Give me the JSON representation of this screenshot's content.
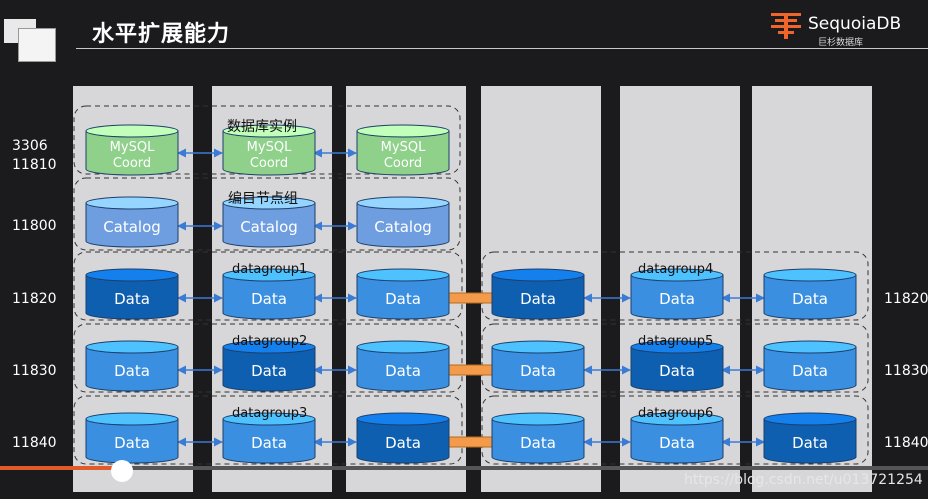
{
  "title": "水平扩展能力",
  "logo": {
    "name": "SequoiaDB",
    "subtitle": "巨杉数据库"
  },
  "ports_left": [
    "3306\n11810",
    "11800",
    "11820",
    "11830",
    "11840"
  ],
  "ports_right": [
    "11820",
    "11830",
    "11840"
  ],
  "group_labels": {
    "coord": "数据库实例",
    "catalog": "编目节点组",
    "dg1": "datagroup1",
    "dg2": "datagroup2",
    "dg3": "datagroup3",
    "dg4": "datagroup4",
    "dg5": "datagroup5",
    "dg6": "datagroup6"
  },
  "node_text": {
    "mysql_line1": "MySQL",
    "mysql_line2": "Coord",
    "catalog": "Catalog",
    "data": "Data"
  },
  "colors": {
    "mysql": "#8fd18a",
    "catalog": "#6f9ee0",
    "data_light": "#3a8fe0",
    "data_dark": "#0f5fb0",
    "arrow_orange": "#f39b4a",
    "link_blue": "#3a7bd5"
  },
  "watermark": "https://blog.csdn.net/u013721254"
}
